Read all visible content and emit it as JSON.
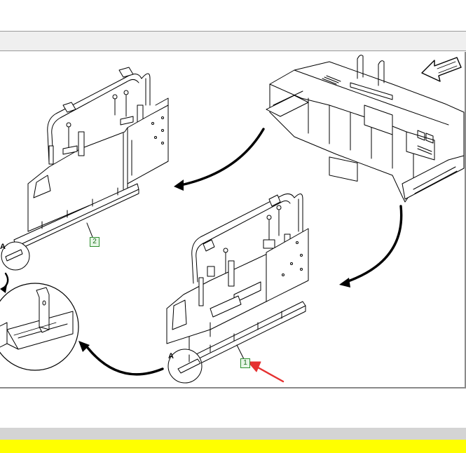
{
  "diagram": {
    "callouts": [
      {
        "id": "callout-2",
        "label": "2"
      },
      {
        "id": "callout-1",
        "label": "1"
      }
    ],
    "detail_labels": {
      "left": "A",
      "right": "A"
    },
    "colors": {
      "line": "#000000",
      "pointer_arrow": "#e53030",
      "callout_border": "#2f8f2f",
      "header_bar": "#efefef",
      "gray_strip": "#d4d4d4",
      "yellow_strip": "#ffff00"
    },
    "icons": [
      "direction-arrow-icon",
      "pointer-arrow-icon"
    ]
  }
}
